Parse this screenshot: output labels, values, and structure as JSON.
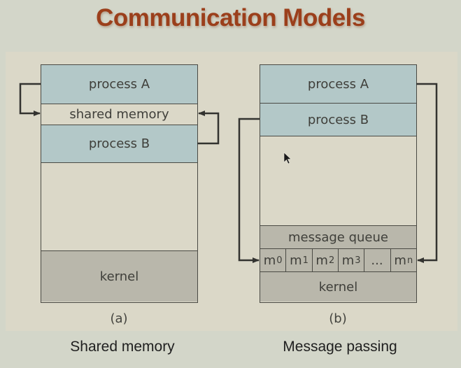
{
  "title": "Communication Models",
  "diagram_a": {
    "segments": {
      "process_a": "process  A",
      "shared_memory": "shared memory",
      "process_b": "process  B",
      "free": "",
      "kernel": "kernel"
    },
    "label": "(a)",
    "caption": "Shared memory"
  },
  "diagram_b": {
    "segments": {
      "process_a": "process  A",
      "process_b": "process  B",
      "free": "",
      "message_queue": "message queue",
      "kernel": "kernel"
    },
    "messages": [
      {
        "base": "m",
        "sub": "0"
      },
      {
        "base": "m",
        "sub": "1"
      },
      {
        "base": "m",
        "sub": "2"
      },
      {
        "base": "m",
        "sub": "3"
      },
      {
        "base": "...",
        "sub": ""
      },
      {
        "base": "m",
        "sub": "n"
      }
    ],
    "label": "(b)",
    "caption": "Message passing"
  },
  "colors": {
    "title": "#9b3f1b",
    "process": "#b3c8c8",
    "kernel": "#b9b7ab",
    "panel": "#dbd8c8",
    "background": "#d3d6c9"
  }
}
